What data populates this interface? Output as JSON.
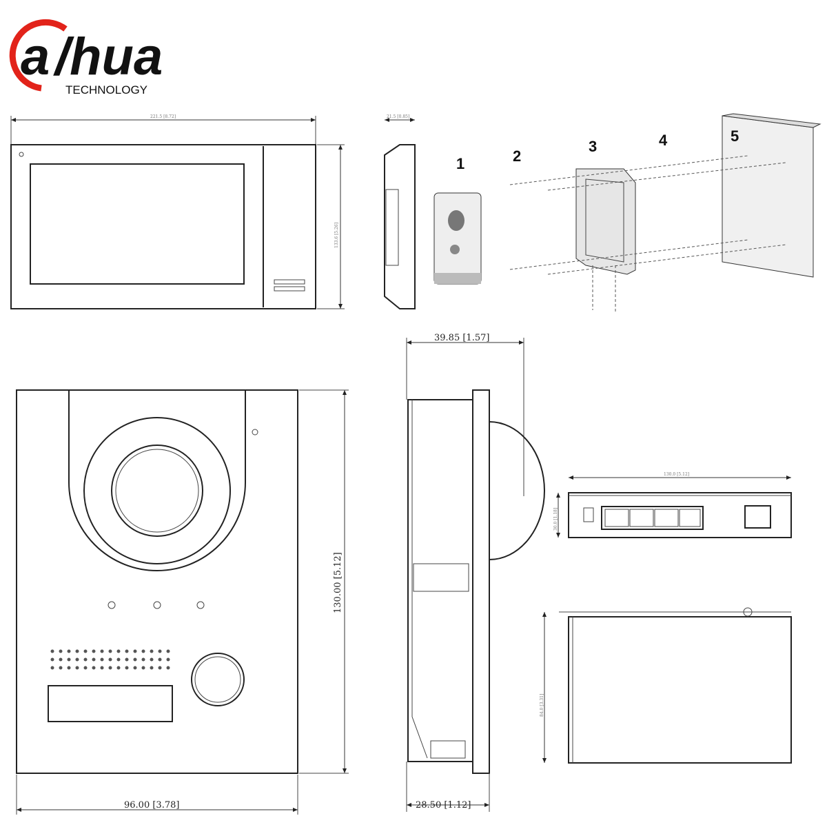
{
  "logo": {
    "brand": "alhua",
    "tagline": "TECHNOLOGY",
    "brand_color": "#e2231a"
  },
  "monitor": {
    "width_dim": "221.5 [8.72]",
    "depth_dim": "21.5 [0.85]",
    "height_dim": "133.6 [5.26]"
  },
  "install_steps": [
    "1",
    "2",
    "3",
    "4",
    "5"
  ],
  "door_station": {
    "width_dim": "96.00 [3.78]",
    "height_dim": "130.00 [5.12]",
    "depth_dim": "39.85 [1.57]",
    "flush_dim": "28.50 [1.12]"
  },
  "switch": {
    "width_dim": "130.0 [5.12]",
    "height_dim": "30.0 [1.18]",
    "depth_dim": "84.0 [3.31]"
  }
}
